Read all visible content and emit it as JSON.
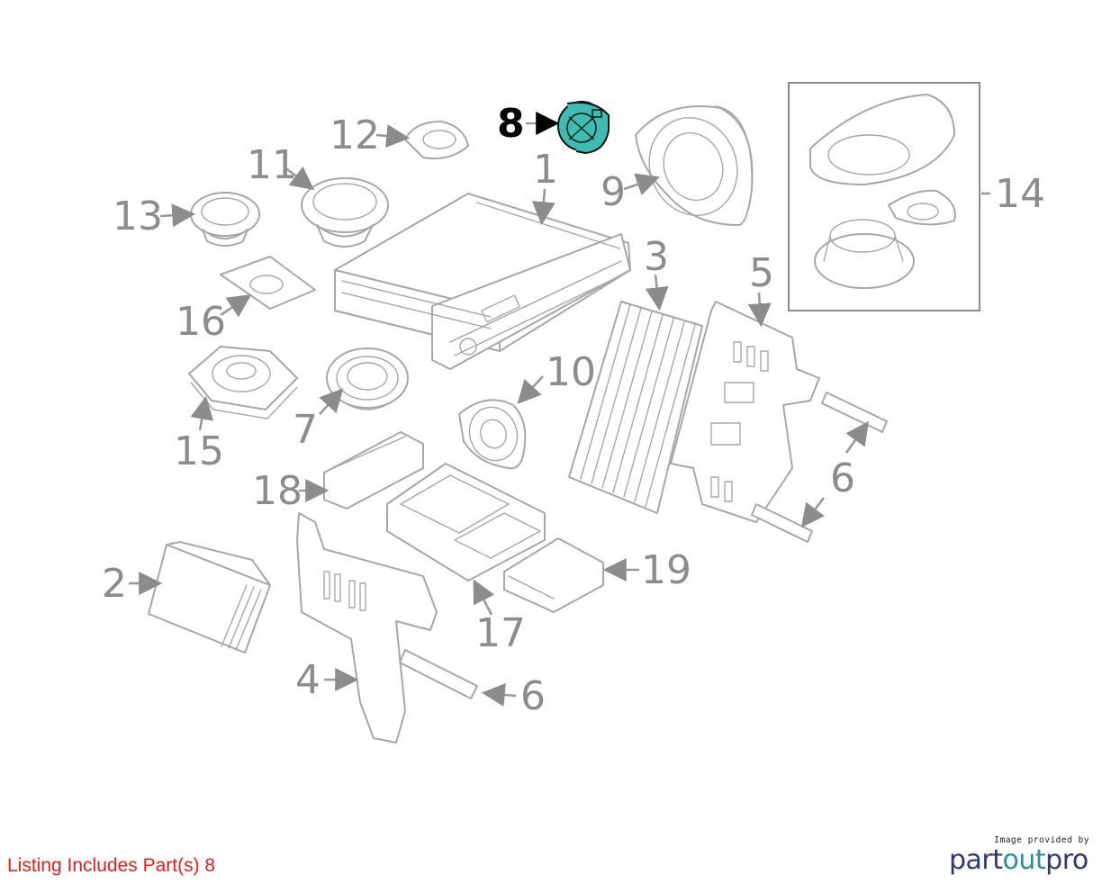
{
  "callouts": {
    "c1": "1",
    "c2": "2",
    "c3": "3",
    "c4": "4",
    "c5": "5",
    "c6a": "6",
    "c6b": "6",
    "c7": "7",
    "c8": "8",
    "c9": "9",
    "c10": "10",
    "c11": "11",
    "c12": "12",
    "c13": "13",
    "c14": "14",
    "c15": "15",
    "c16": "16",
    "c17": "17",
    "c18": "18",
    "c19": "19"
  },
  "highlight": {
    "part": "8",
    "color": "#3fbcb2",
    "label_color": "#000000"
  },
  "colors": {
    "linework": "#a7a7a7",
    "callout_text": "#8c8c8c",
    "listing_text": "#e0201e"
  },
  "listing": "Listing Includes Part(s) 8",
  "credit": {
    "small": "Image provided by",
    "brand_part1": "part",
    "brand_part2": "out",
    "brand_part3": "pro"
  }
}
